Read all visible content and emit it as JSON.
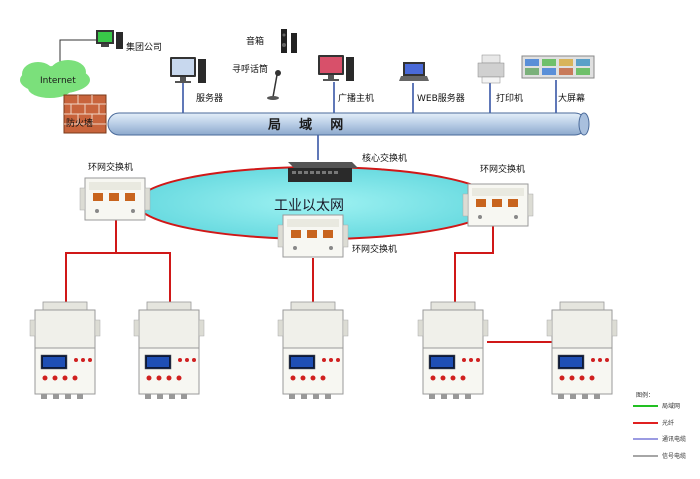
{
  "labels": {
    "internet": "Internet",
    "group_company": "集团公司",
    "firewall": "防火墙",
    "server": "服务器",
    "speaker": "音箱",
    "mic": "寻呼话筒",
    "broadcast_host": "广播主机",
    "web_server": "WEB服务器",
    "printer": "打印机",
    "big_screen": "大屏幕",
    "lan": "局    域    网",
    "core_switch": "核心交换机",
    "ring_switch": "环网交换机",
    "industrial_ethernet": "工业以太网"
  },
  "legend": {
    "title": "图例：",
    "items": [
      {
        "label": "局域网",
        "color": "#22c022"
      },
      {
        "label": "光纤",
        "color": "#e02020"
      },
      {
        "label": "通讯电缆",
        "color": "#7a7ad8"
      },
      {
        "label": "信号电缆",
        "color": "#888888"
      }
    ]
  },
  "colors": {
    "lan_bar": "#b9cde6",
    "ellipse_fill": "#7fe3e8",
    "ellipse_border": "#d01818",
    "fiber": "#d01818",
    "cloud": "#7be07b",
    "firewall": "#c8643c"
  }
}
